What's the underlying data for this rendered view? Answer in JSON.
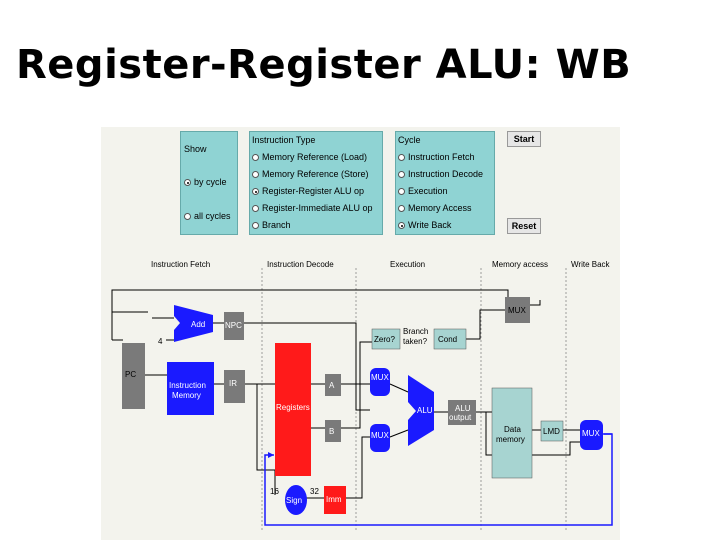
{
  "title": "Register-Register ALU: WB",
  "show": {
    "heading": "Show",
    "by_cycle": "by cycle",
    "all_cycles": "all cycles"
  },
  "instruction_type": {
    "heading": "Instruction Type",
    "options": [
      "Memory Reference (Load)",
      "Memory Reference (Store)",
      "Register-Register ALU op",
      "Register-Immediate ALU op",
      "Branch"
    ],
    "selected": "Register-Register ALU op"
  },
  "cycle": {
    "heading": "Cycle",
    "options": [
      "Instruction Fetch",
      "Instruction Decode",
      "Execution",
      "Memory Access",
      "Write Back"
    ],
    "selected": "Write Back"
  },
  "buttons": {
    "start": "Start",
    "reset": "Reset"
  },
  "stages": [
    "Instruction Fetch",
    "Instruction Decode",
    "Execution",
    "Memory access",
    "Write Back"
  ],
  "blocks": {
    "pc": "PC",
    "adder_fetch": "Add",
    "npc": "NPC",
    "four": "4",
    "instr_mem_1": "Instruction",
    "instr_mem_2": "Memory",
    "ir": "IR",
    "registers": "Registers",
    "a": "A",
    "b": "B",
    "imm": "Imm",
    "sign_ext": "Sign",
    "bits16": "16",
    "bits32": "32",
    "mux_a": "MUX",
    "mux_b": "MUX",
    "alu": "ALU",
    "alu_output_1": "ALU",
    "alu_output_2": "output",
    "zero": "Zero?",
    "branch_1": "Branch",
    "branch_2": "taken?",
    "cond": "Cond",
    "mux_pc": "MUX",
    "data_mem_1": "Data",
    "data_mem_2": "memory",
    "lmd": "LMD",
    "mux_wb": "MUX"
  },
  "colors": {
    "panel": "#8fd3d3",
    "active_blue": "#1a1aff",
    "gray_block": "#7a7a7a",
    "registers_red": "#ff1a1a",
    "teal_block": "#a7d4d1",
    "wire_active": "#1a1aff"
  }
}
